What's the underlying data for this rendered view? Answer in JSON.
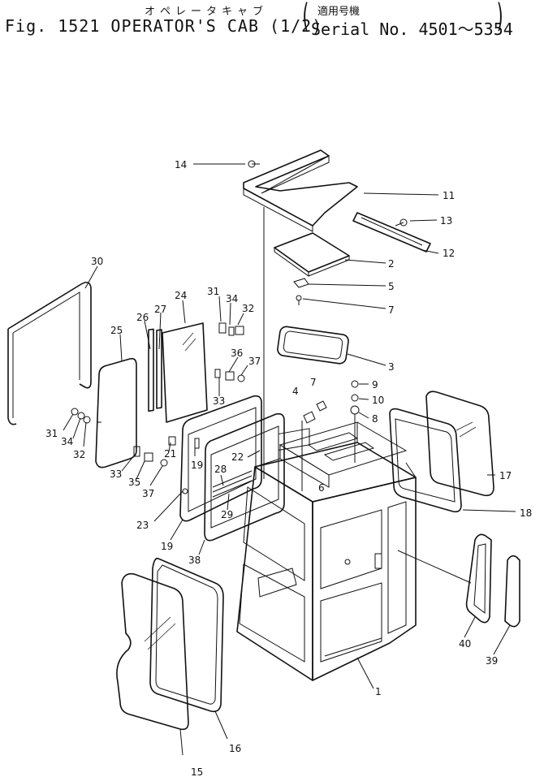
{
  "header": {
    "jp_title": "オペレータキャブ",
    "fig_title": "Fig. 1521 OPERATOR'S CAB (1/2)",
    "paren_open": "(",
    "paren_close": ")",
    "jp_serial": "適用号機",
    "serial": "Serial No. 4501～5354"
  },
  "callouts": {
    "c1": "1",
    "c2": "2",
    "c3": "3",
    "c4": "4",
    "c5": "5",
    "c6": "6",
    "c7a": "7",
    "c7b": "7",
    "c8": "8",
    "c9": "9",
    "c10": "10",
    "c11": "11",
    "c12": "12",
    "c13": "13",
    "c14": "14",
    "c15": "15",
    "c16": "16",
    "c17": "17",
    "c18": "18",
    "c19a": "19",
    "c19b": "19",
    "c21": "21",
    "c22": "22",
    "c23": "23",
    "c24": "24",
    "c25": "25",
    "c26": "26",
    "c27": "27",
    "c28": "28",
    "c29": "29",
    "c30": "30",
    "c31a": "31",
    "c31b": "31",
    "c32a": "32",
    "c32b": "32",
    "c33a": "33",
    "c33b": "33",
    "c34a": "34",
    "c34b": "34",
    "c35": "35",
    "c36": "36",
    "c37a": "37",
    "c37b": "37",
    "c38": "38",
    "c39": "39",
    "c40": "40"
  }
}
